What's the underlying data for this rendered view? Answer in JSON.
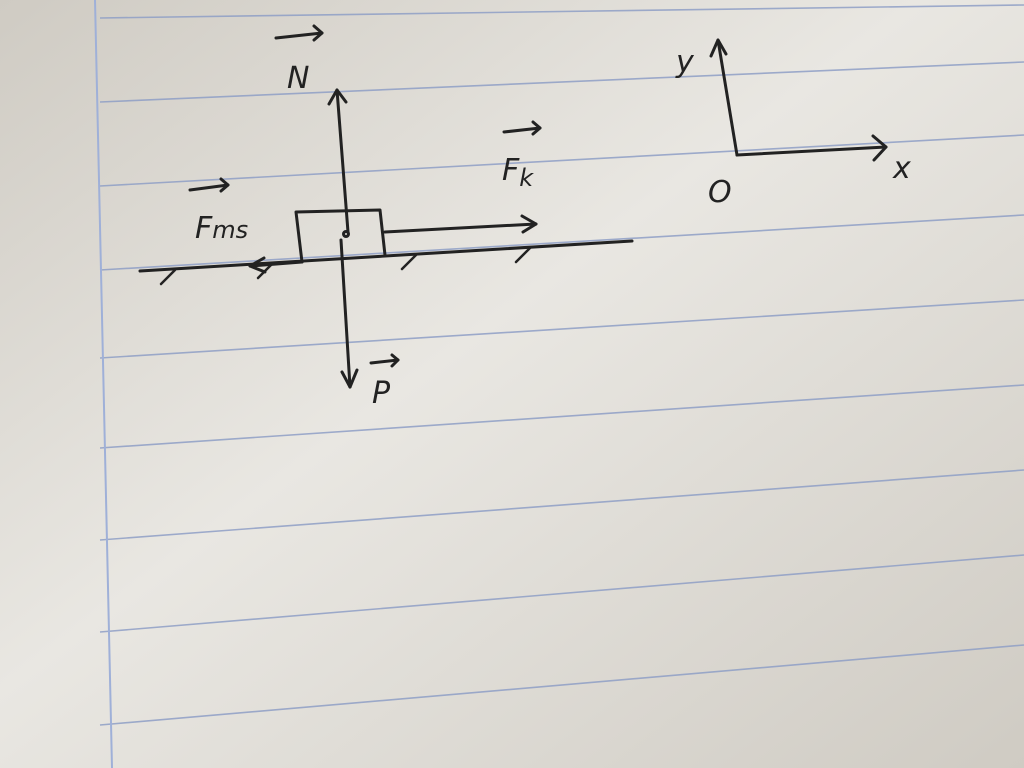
{
  "colors": {
    "paper_light": "#e9e7e2",
    "paper_dark": "#cfcbc3",
    "rule_line": "#8f9fc6",
    "margin_line": "#9fb0d8",
    "ink": "#222222"
  },
  "forces": {
    "normal": {
      "symbol": "N",
      "direction": "up"
    },
    "weight": {
      "symbol": "P",
      "direction": "down"
    },
    "applied": {
      "symbol": "F",
      "subscript": "k",
      "direction": "right"
    },
    "friction": {
      "symbol": "F",
      "subscript": "ms",
      "direction": "left"
    }
  },
  "axes": {
    "origin_label": "O",
    "x_label": "x",
    "y_label": "y"
  }
}
